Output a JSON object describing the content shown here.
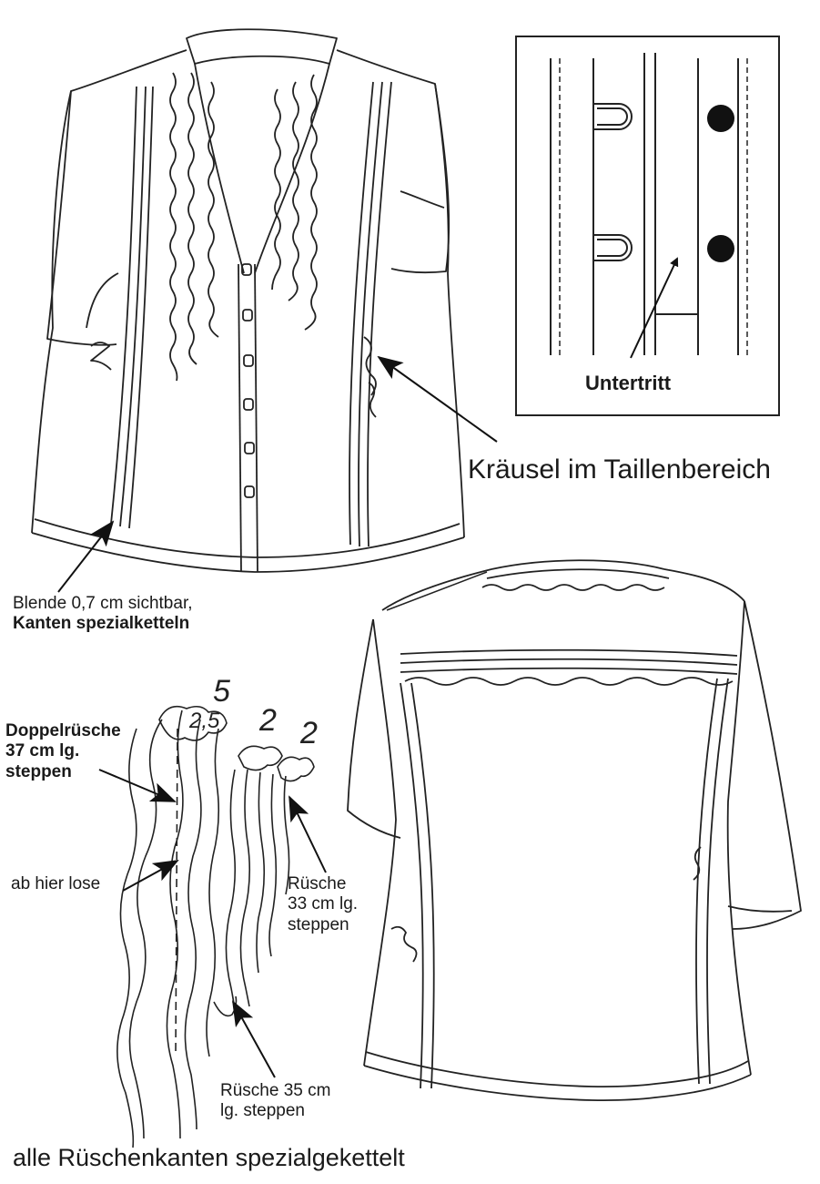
{
  "labels": {
    "untertritt": "Untertritt",
    "kraeusel": "Kräusel im Taillenbereich",
    "blende_line1": "Blende 0,7 cm sichtbar,",
    "blende_line2": "Kanten spezialketteln",
    "doppel_line1": "Doppelrüsche",
    "doppel_line2": "37 cm lg.",
    "doppel_line3": "steppen",
    "ruesche33_line1": "Rüsche",
    "ruesche33_line2": "33 cm lg.",
    "ruesche33_line3": "steppen",
    "ab_hier_lose": "ab hier lose",
    "ruesche35_line1": "Rüsche 35 cm",
    "ruesche35_line2": "lg. steppen",
    "alle_kanten": "alle Rüschenkanten spezialgekettelt"
  },
  "widths": {
    "w5": "5",
    "w25": "2,5",
    "w2a": "2",
    "w2b": "2"
  },
  "colors": {
    "ink": "#1a1a1a",
    "paper": "#ffffff"
  }
}
